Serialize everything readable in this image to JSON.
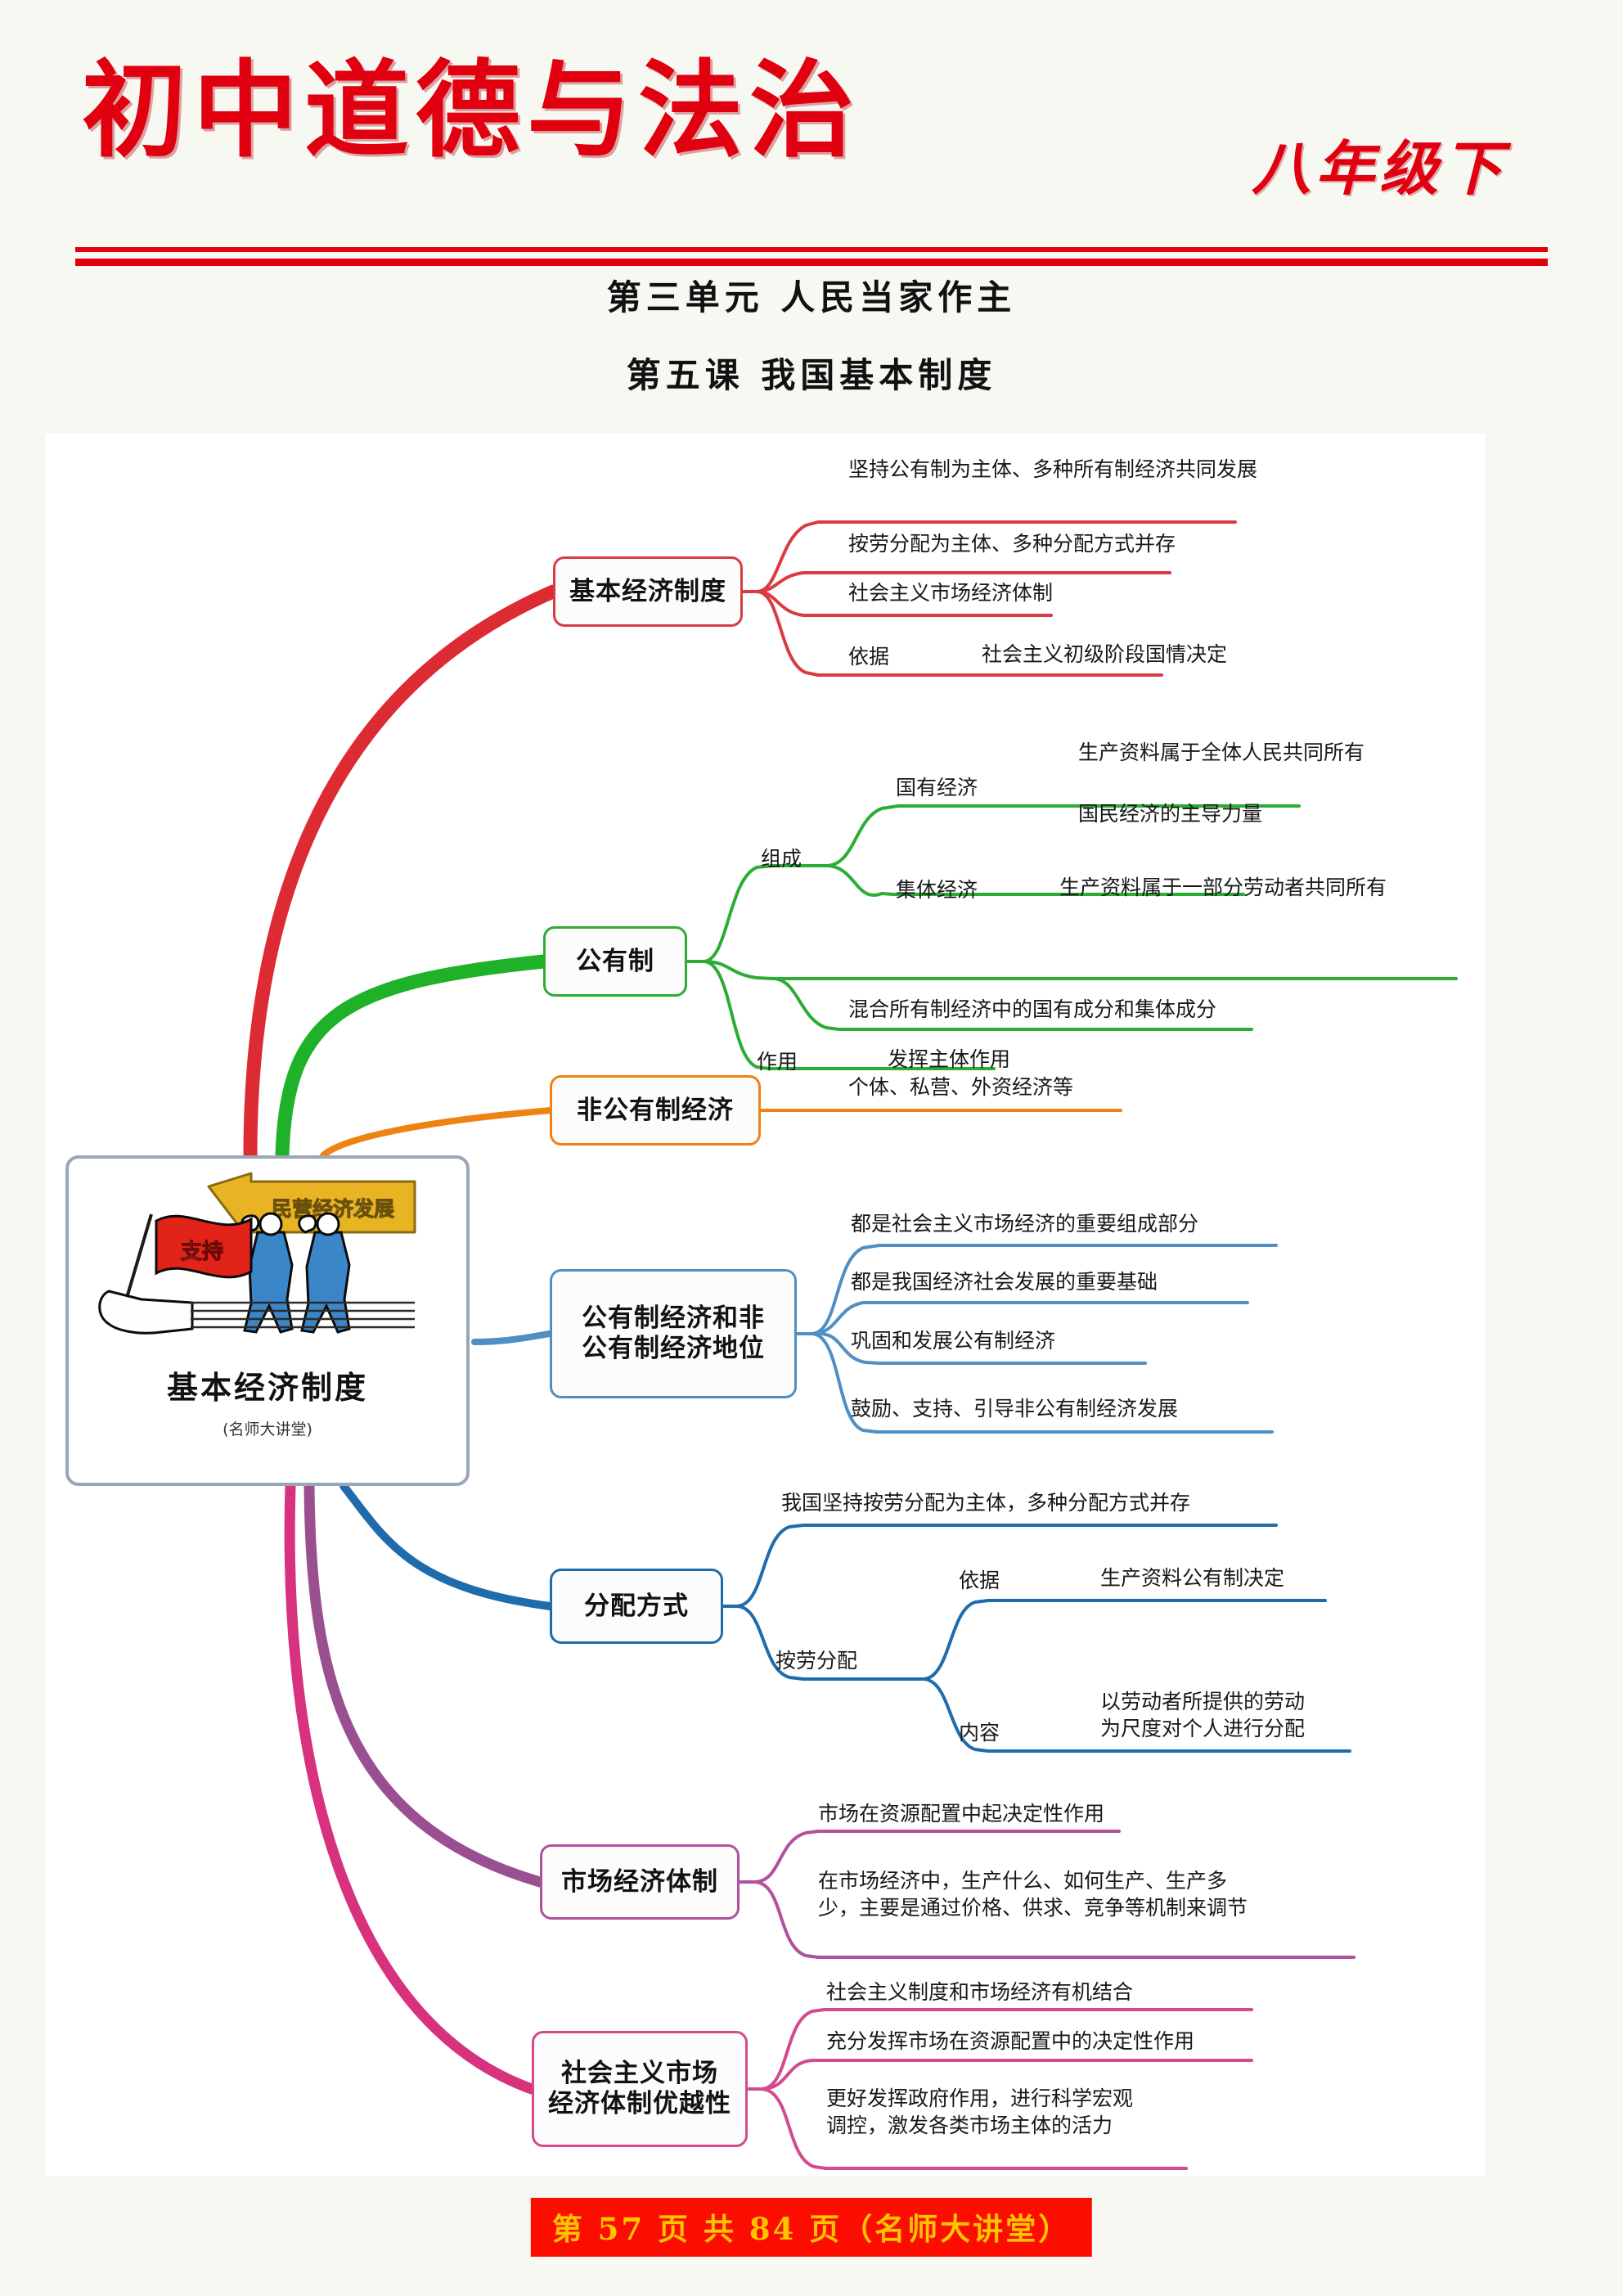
{
  "header": {
    "title": "初中道德与法治",
    "grade": "八年级下",
    "unit": "第三单元  人民当家作主",
    "lesson": "第五课 我国基本制度"
  },
  "center": {
    "title": "基本经济制度",
    "subtitle": "(名师大讲堂)",
    "image": {
      "banner_text": "民营经济发展",
      "flag_text": "支持"
    }
  },
  "colors": {
    "red": "#d93b43",
    "green": "#2bad33",
    "orange": "#ee8312",
    "blue": "#4f8fc4",
    "navy": "#1e6cab",
    "purple": "#b0519a",
    "pink": "#d44a8e",
    "brand_red": "#e0000f",
    "footer_bg": "#fb0d00",
    "footer_fg": "#ffc400"
  },
  "branches": [
    {
      "id": "basic-economic-system",
      "label": "基本经济制度",
      "color": "#d93b43",
      "leaves": [
        "坚持公有制为主体、多种所有制经济共同发展",
        "按劳分配为主体、多种分配方式并存",
        "社会主义市场经济体制"
      ],
      "mid_label": "依据",
      "mid_leaf": "社会主义初级阶段国情决定"
    },
    {
      "id": "public-ownership",
      "label": "公有制",
      "color": "#2bad33",
      "mid_compose": "组成",
      "mid_function": "作用",
      "sub_state": "国有经济",
      "sub_state_leaves": [
        "生产资料属于全体人民共同所有",
        "国民经济的主导力量"
      ],
      "sub_collective": "集体经济",
      "sub_collective_leaf": "生产资料属于一部分劳动者共同所有",
      "mixed_leaf": "混合所有制经济中的国有成分和集体成分",
      "function_leaf": "发挥主体作用"
    },
    {
      "id": "non-public-economy",
      "label": "非公有制经济",
      "color": "#ee8312",
      "leaves": [
        "个体、私营、外资经济等"
      ]
    },
    {
      "id": "status-of-economies",
      "label": "公有制经济和非\n公有制经济地位",
      "color": "#4f8fc4",
      "leaves": [
        "都是社会主义市场经济的重要组成部分",
        "都是我国经济社会发展的重要基础",
        "巩固和发展公有制经济",
        "鼓励、支持、引导非公有制经济发展"
      ]
    },
    {
      "id": "distribution-mode",
      "label": "分配方式",
      "color": "#1e6cab",
      "leaves": [
        "我国坚持按劳分配为主体，多种分配方式并存"
      ],
      "mid_label": "按劳分配",
      "sub_basis_label": "依据",
      "sub_basis_leaf": "生产资料公有制决定",
      "sub_content_label": "内容",
      "sub_content_leaf": "以劳动者所提供的劳动\n为尺度对个人进行分配"
    },
    {
      "id": "market-economy-system",
      "label": "市场经济体制",
      "color": "#b0519a",
      "leaves": [
        "市场在资源配置中起决定性作用",
        "在市场经济中，生产什么、如何生产、生产多\n少，主要是通过价格、供求、竞争等机制来调节"
      ]
    },
    {
      "id": "socialist-market-advantage",
      "label": "社会主义市场\n经济体制优越性",
      "color": "#d44a8e",
      "leaves": [
        "社会主义制度和市场经济有机结合",
        "充分发挥市场在资源配置中的决定性作用",
        "更好发挥政府作用，进行科学宏观\n调控，激发各类市场主体的活力"
      ]
    }
  ],
  "footer": {
    "text": "第 57 页 共 84 页（名师大讲堂）"
  }
}
